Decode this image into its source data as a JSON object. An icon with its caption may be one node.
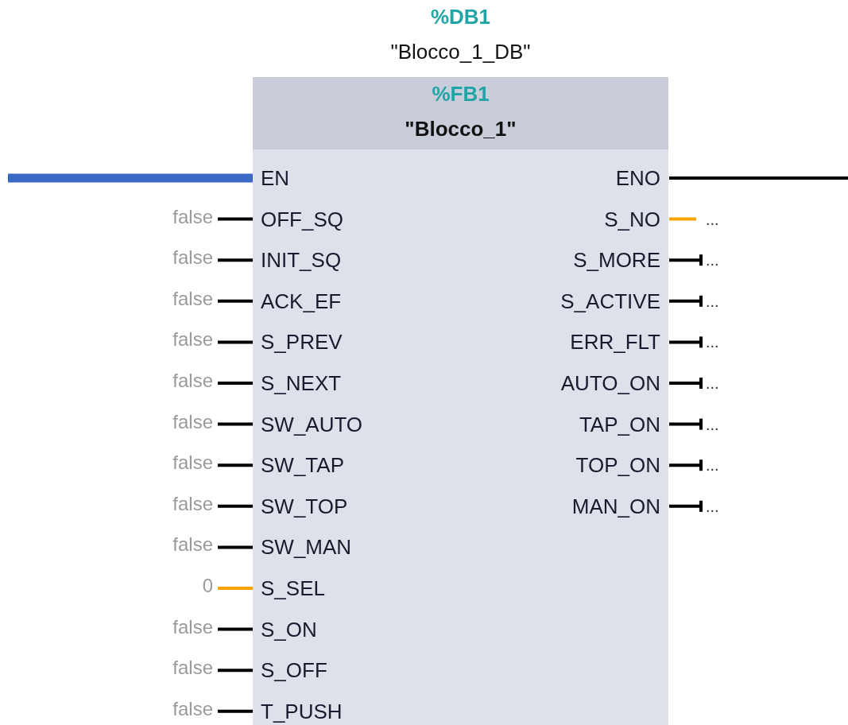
{
  "diagram": {
    "nodes": [
      {
        "text": [
          "%FB1",
          "\"Blocco_1\""
        ],
        "beside": [
          "%DB1",
          "\"Blocco_1_DB\""
        ]
      },
      {
        "text": [
          "EN"
        ],
        "in": 0
      },
      {
        "text": [
          "OFF_SQ"
        ],
        "in": 0
      },
      {
        "text": [
          "INIT_SQ"
        ],
        "in": 0
      },
      {
        "text": [
          "ACK_EF"
        ],
        "in": 0
      },
      {
        "text": [
          "S_PREV"
        ],
        "in": 0
      },
      {
        "text": [
          "S_NEXT"
        ],
        "in": 0
      },
      {
        "text": [
          "SW_AUTO"
        ],
        "in": 0
      },
      {
        "text": [
          "SW_TAP"
        ],
        "in": 0
      },
      {
        "text": [
          "SW_TOP"
        ],
        "in": 0
      },
      {
        "text": [
          "SW_MAN"
        ],
        "in": 0
      },
      {
        "text": [
          "S_SEL"
        ],
        "in": 0
      },
      {
        "text": [
          "S_ON"
        ],
        "in": 0
      },
      {
        "text": [
          "S_OFF"
        ],
        "in": 0
      },
      {
        "text": [
          "T_PUSH"
        ],
        "in": 0
      },
      {
        "text": [
          "ENO"
        ],
        "in": 0
      },
      {
        "text": [
          "S_NO"
        ],
        "in": 0
      },
      {
        "text": [
          "S_MORE"
        ],
        "in": 0
      },
      {
        "text": [
          "S_ACTIVE"
        ],
        "in": 0
      },
      {
        "text": [
          "ERR_FLT"
        ],
        "in": 0
      },
      {
        "text": [
          "AUTO_ON"
        ],
        "in": 0
      },
      {
        "text": [
          "TAP_ON"
        ],
        "in": 0
      },
      {
        "text": [
          "TOP_ON"
        ],
        "in": 0
      },
      {
        "text": [
          "MAN_ON"
        ],
        "in": 0
      },
      {
        "text": [
          "false"
        ]
      },
      {
        "text": [
          "false"
        ]
      },
      {
        "text": [
          "false"
        ]
      },
      {
        "text": [
          "false"
        ]
      },
      {
        "text": [
          "false"
        ]
      },
      {
        "text": [
          "false"
        ]
      },
      {
        "text": [
          "false"
        ]
      },
      {
        "text": [
          "false"
        ]
      },
      {
        "text": [
          "false"
        ]
      },
      {
        "text": [
          "0"
        ]
      },
      {
        "text": [
          "false"
        ]
      },
      {
        "text": [
          "false"
        ]
      },
      {
        "text": [
          "false"
        ]
      },
      {
        "text": [
          "..."
        ]
      },
      {
        "text": [
          "..."
        ]
      },
      {
        "text": [
          "..."
        ]
      },
      {
        "text": [
          "..."
        ]
      },
      {
        "text": [
          "..."
        ]
      },
      {
        "text": [
          "..."
        ]
      },
      {
        "text": [
          "..."
        ]
      },
      {
        "text": [
          "..."
        ]
      }
    ],
    "edges": [
      {
        "from": null,
        "to": 1,
        "arrow": "none",
        "style": "thick",
        "color": "#3a66c4"
      },
      {
        "from": 24,
        "to": 2,
        "arrow": "none"
      },
      {
        "from": 25,
        "to": 3,
        "arrow": "none"
      },
      {
        "from": 26,
        "to": 4,
        "arrow": "none"
      },
      {
        "from": 27,
        "to": 5,
        "arrow": "none"
      },
      {
        "from": 28,
        "to": 6,
        "arrow": "none"
      },
      {
        "from": 29,
        "to": 7,
        "arrow": "none"
      },
      {
        "from": 30,
        "to": 8,
        "arrow": "none"
      },
      {
        "from": 31,
        "to": 9,
        "arrow": "none"
      },
      {
        "from": 32,
        "to": 10,
        "arrow": "none"
      },
      {
        "from": 33,
        "to": 11,
        "arrow": "none",
        "color": "#f5a300"
      },
      {
        "from": 34,
        "to": 12,
        "arrow": "none"
      },
      {
        "from": 35,
        "to": 13,
        "arrow": "none"
      },
      {
        "from": 36,
        "to": 14,
        "arrow": "none"
      },
      {
        "from": 15,
        "to": null,
        "arrow": "none"
      },
      {
        "from": 16,
        "to": 37,
        "arrow": "none",
        "color": "#f5a300"
      },
      {
        "from": 17,
        "to": 38,
        "arrow": "other"
      },
      {
        "from": 18,
        "to": 39,
        "arrow": "other"
      },
      {
        "from": 19,
        "to": 40,
        "arrow": "other"
      },
      {
        "from": 20,
        "to": 41,
        "arrow": "other"
      },
      {
        "from": 21,
        "to": 42,
        "arrow": "other"
      },
      {
        "from": 22,
        "to": 43,
        "arrow": "other"
      },
      {
        "from": 23,
        "to": 44,
        "arrow": "other"
      }
    ]
  }
}
